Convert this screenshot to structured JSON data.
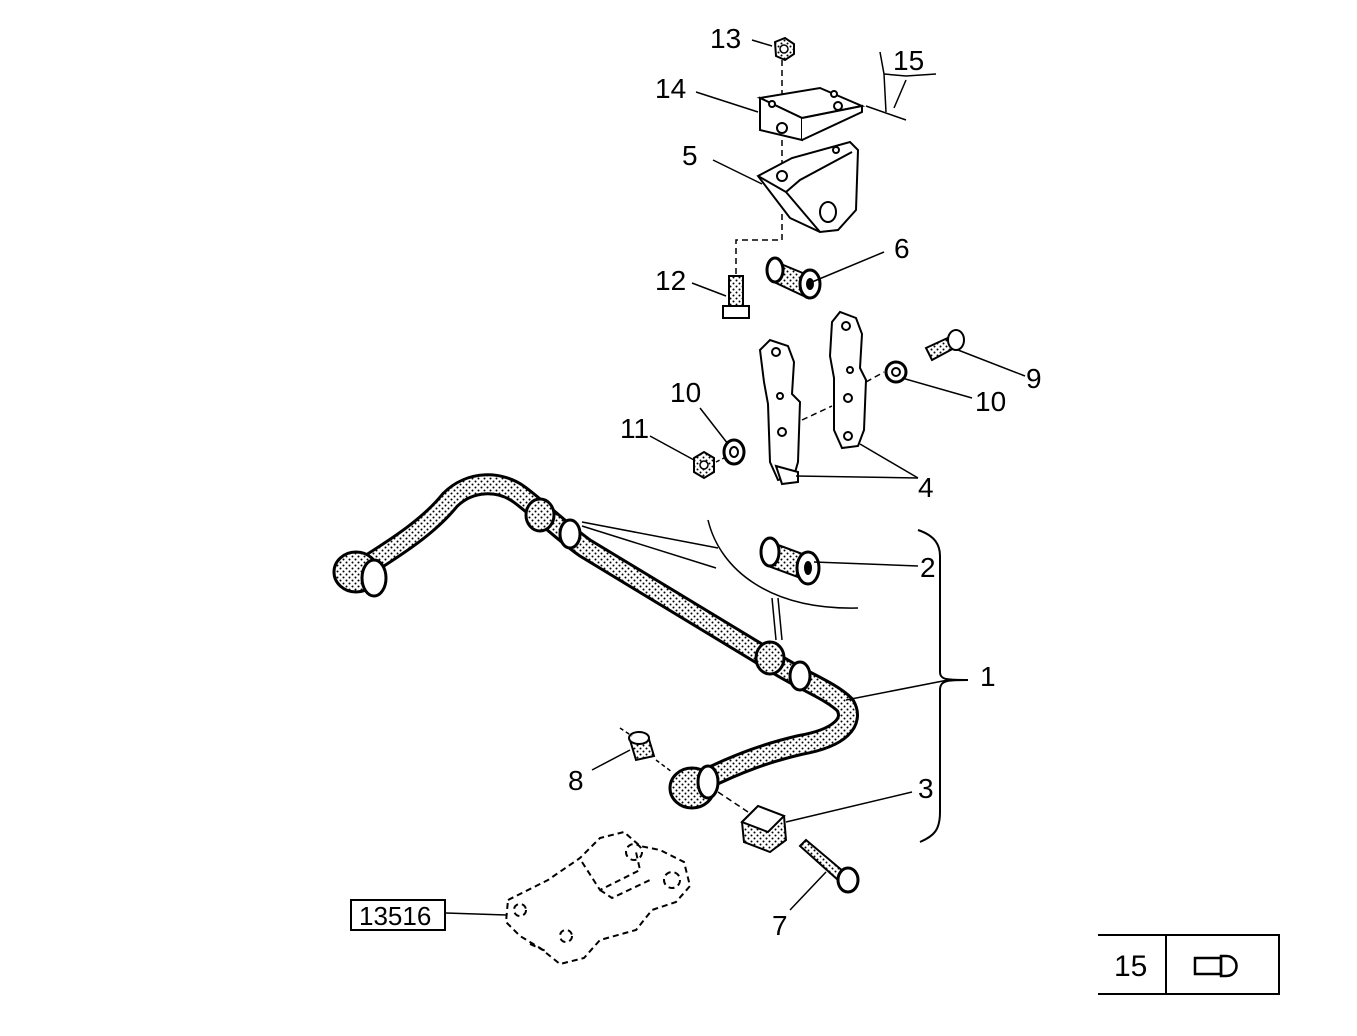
{
  "callouts": {
    "c1": "1",
    "c2": "2",
    "c3": "3",
    "c4": "4",
    "c5": "5",
    "c6": "6",
    "c7": "7",
    "c8": "8",
    "c9": "9",
    "c10a": "10",
    "c10b": "10",
    "c11": "11",
    "c12": "12",
    "c13": "13",
    "c14": "14",
    "c15": "15"
  },
  "reference_box": {
    "label": "13516"
  },
  "legend": {
    "number": "15",
    "icon": "pin-symbol-icon"
  }
}
